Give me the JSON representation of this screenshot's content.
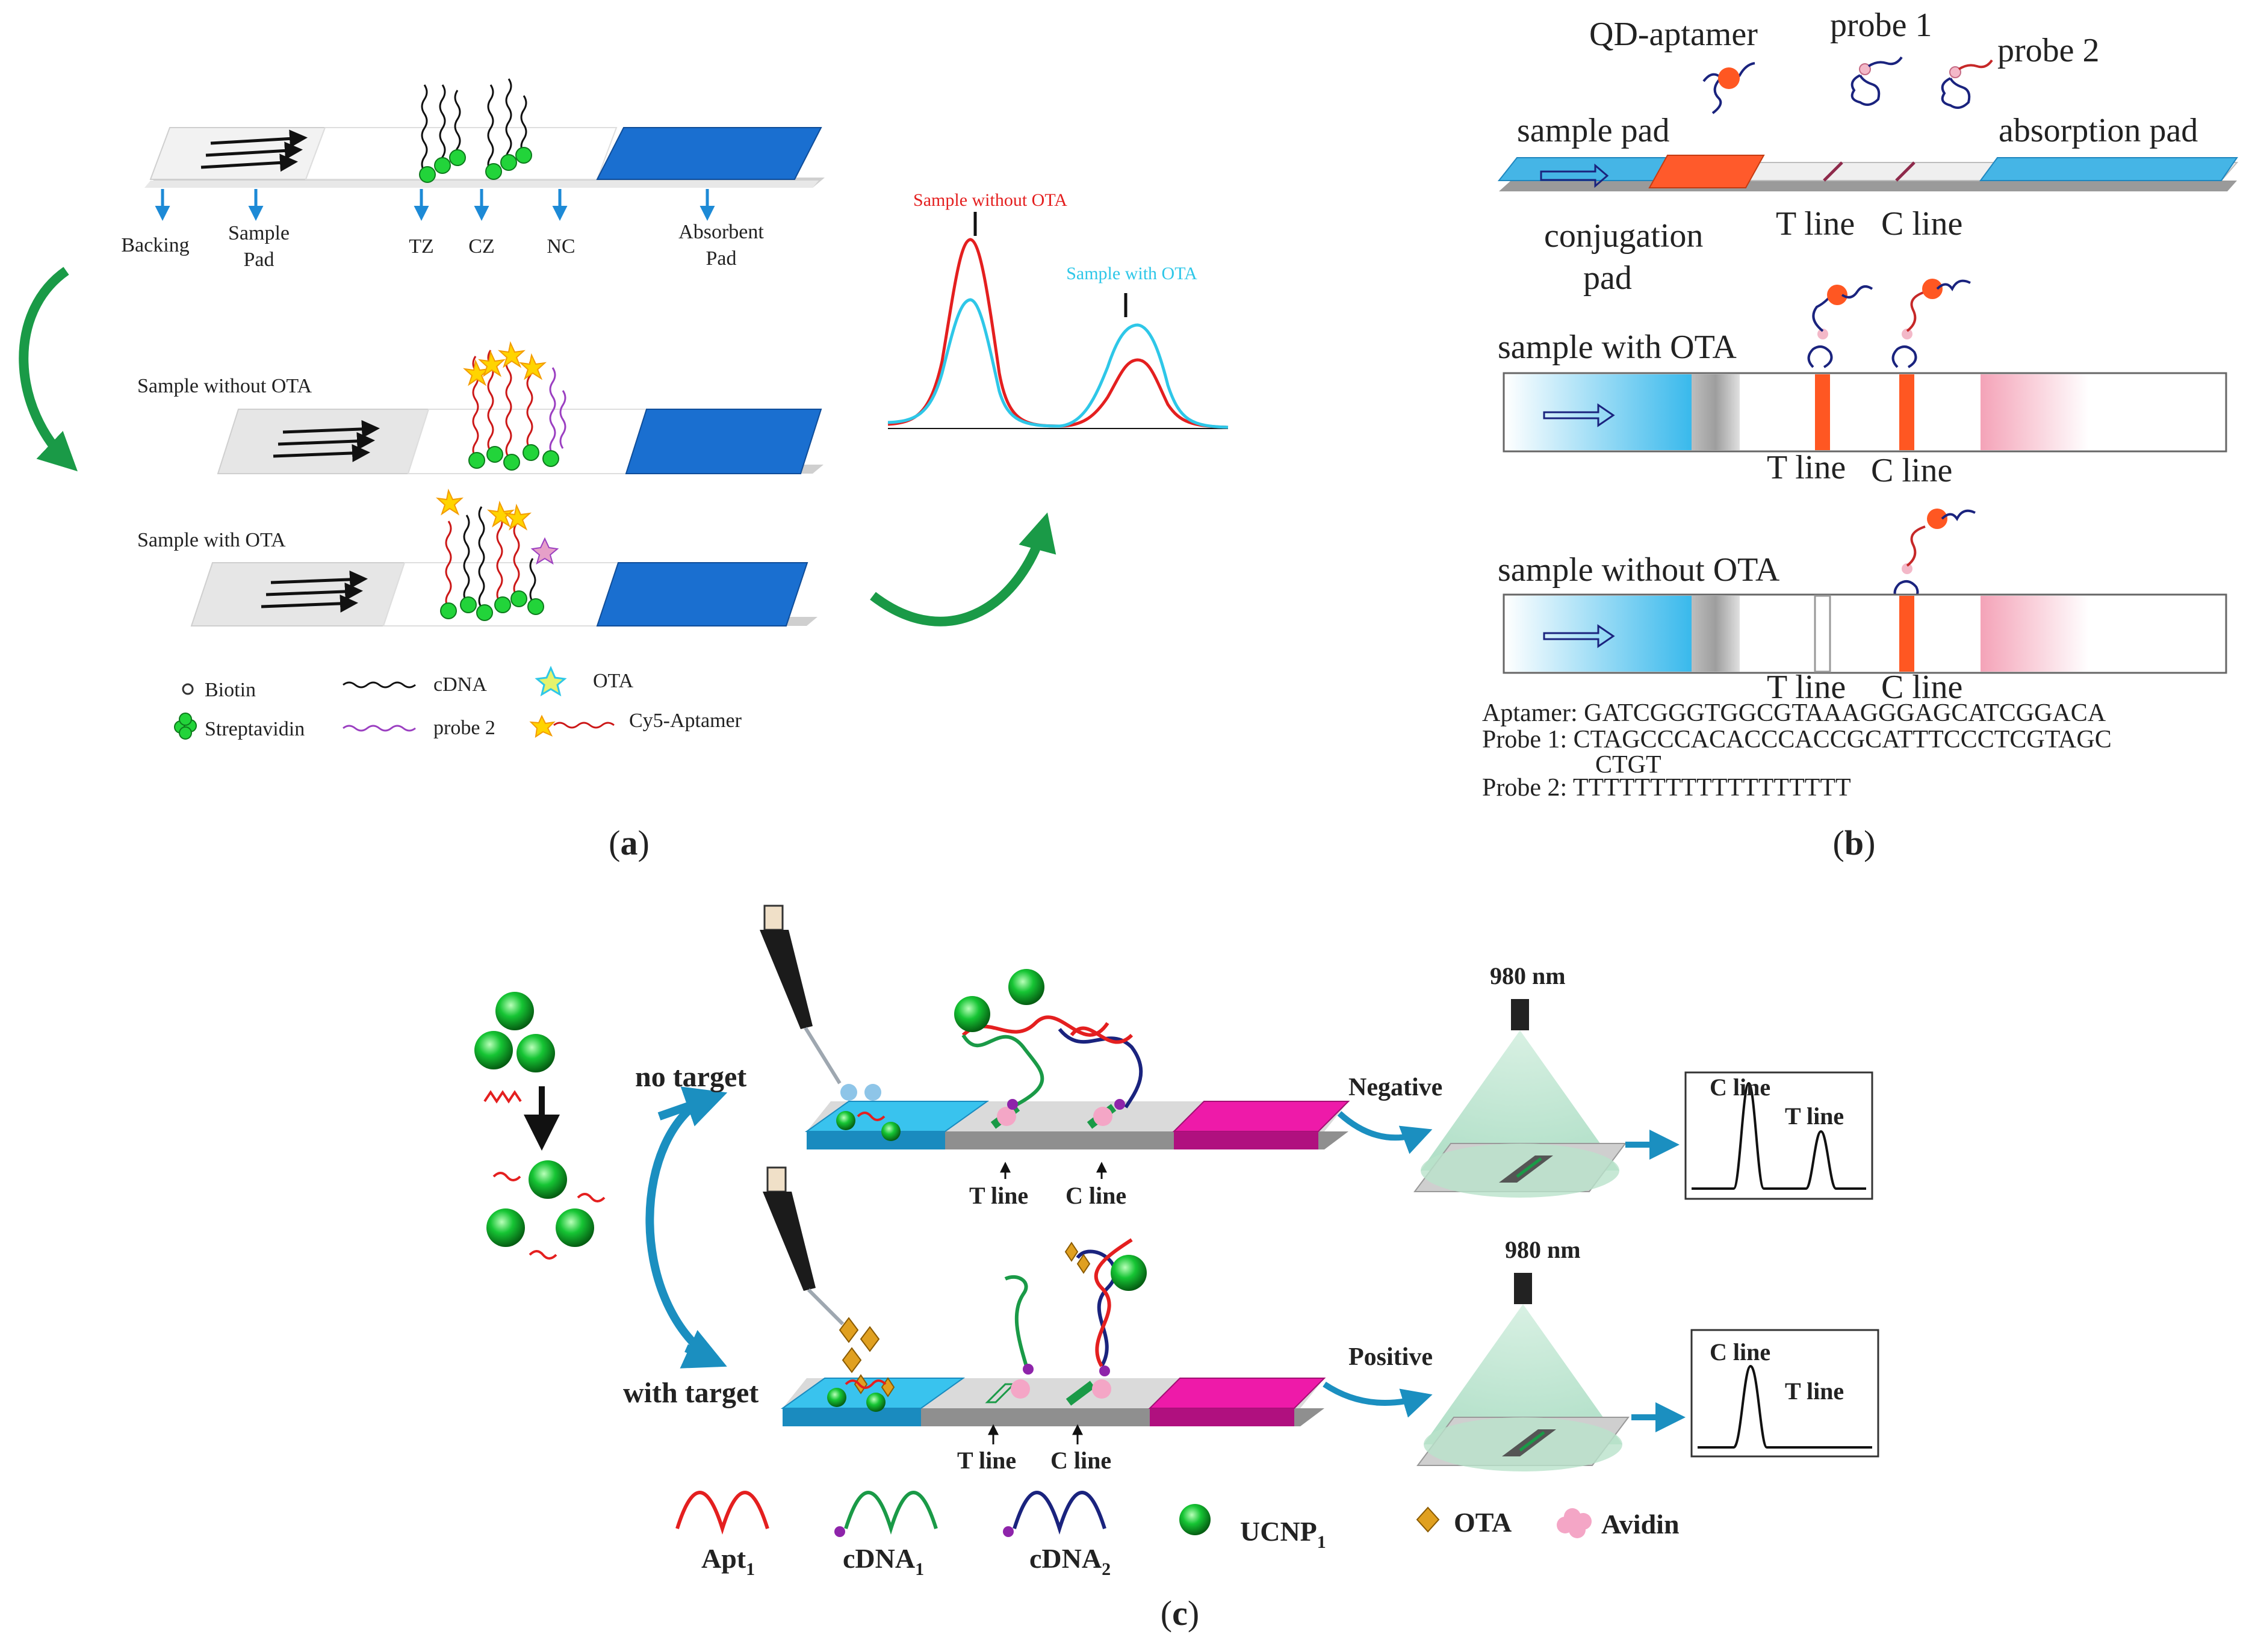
{
  "panel_a": {
    "strip_labels": {
      "backing": "Backing",
      "sample_pad_1": "Sample",
      "sample_pad_2": "Pad",
      "tz": "TZ",
      "cz": "CZ",
      "nc": "NC",
      "absorbent_pad_1": "Absorbent",
      "absorbent_pad_2": "Pad"
    },
    "without_ota": "Sample without OTA",
    "with_ota": "Sample with OTA",
    "chart_without": "Sample without OTA",
    "chart_with": "Sample with OTA",
    "legend": {
      "biotin": "Biotin",
      "streptavidin": "Streptavidin",
      "cdna": "cDNA",
      "probe2": "probe 2",
      "ota": "OTA",
      "cy5": "Cy5-Aptamer"
    },
    "caption_open": "(",
    "caption_letter": "a",
    "caption_close": ")"
  },
  "panel_b": {
    "qd_aptamer": "QD-aptamer",
    "probe1": "probe 1",
    "probe2": "probe 2",
    "sample_pad": "sample pad",
    "absorption_pad": "absorption pad",
    "conjugation_1": "conjugation",
    "conjugation_2": "pad",
    "t_line": "T line",
    "c_line": "C line",
    "with_ota": "sample with OTA",
    "without_ota": "sample without OTA",
    "seq_aptamer": "Aptamer: GATCGGGTGGCGTAAAGGGAGCATCGGACA",
    "seq_probe1": "Probe 1: CTAGCCCACACCCACCGCATTTCCCTCGTAGC",
    "seq_probe1_cont": "CTGT",
    "seq_probe2": "Probe 2: TTTTTTTTTTTTTTTTTT",
    "caption_open": "(",
    "caption_letter": "b",
    "caption_close": ")"
  },
  "panel_c": {
    "no_target": "no target",
    "with_target": "with target",
    "negative": "Negative",
    "positive": "Positive",
    "wavelength_top": "980 nm",
    "wavelength_bottom": "980 nm",
    "t_line": "T line",
    "c_line": "C line",
    "legend": {
      "apt": "Apt",
      "apt_sub": "1",
      "cdna1": "cDNA",
      "cdna1_sub": "1",
      "cdna2": "cDNA",
      "cdna2_sub": "2",
      "ucnp": "UCNP",
      "ucnp_sub": "1",
      "ota": "OTA",
      "avidin": "Avidin"
    },
    "caption_open": "(",
    "caption_letter": "c",
    "caption_close": ")"
  },
  "colors": {
    "pad_blue": "#1a6fd0",
    "sample_cyan": "#39c3ee",
    "magenta": "#ee1aa9",
    "ota_red": "#e41f1f",
    "ota_cyan": "#2ec7e8",
    "arrow_green": "#1a9a47",
    "line_orange": "#ff5722"
  }
}
